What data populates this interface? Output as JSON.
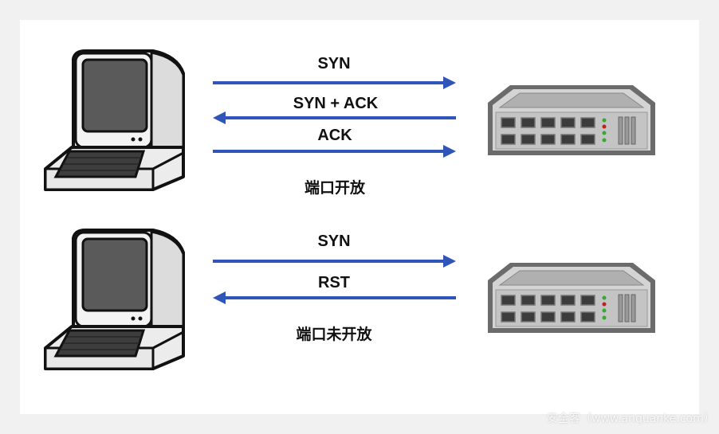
{
  "top": {
    "arrows": [
      {
        "label": "SYN",
        "direction": "right"
      },
      {
        "label": "SYN + ACK",
        "direction": "left"
      },
      {
        "label": "ACK",
        "direction": "right"
      }
    ],
    "status": "端口开放"
  },
  "bottom": {
    "arrows": [
      {
        "label": "SYN",
        "direction": "right"
      },
      {
        "label": "RST",
        "direction": "left"
      }
    ],
    "status": "端口未开放"
  },
  "colors": {
    "arrow": "#2f55b8",
    "screen": "#5a5a5a",
    "device": "#8a8a8a"
  },
  "icons": {
    "client": "computer-icon",
    "server": "network-switch-icon"
  },
  "watermark": "安全客（www.anquanke.com）"
}
